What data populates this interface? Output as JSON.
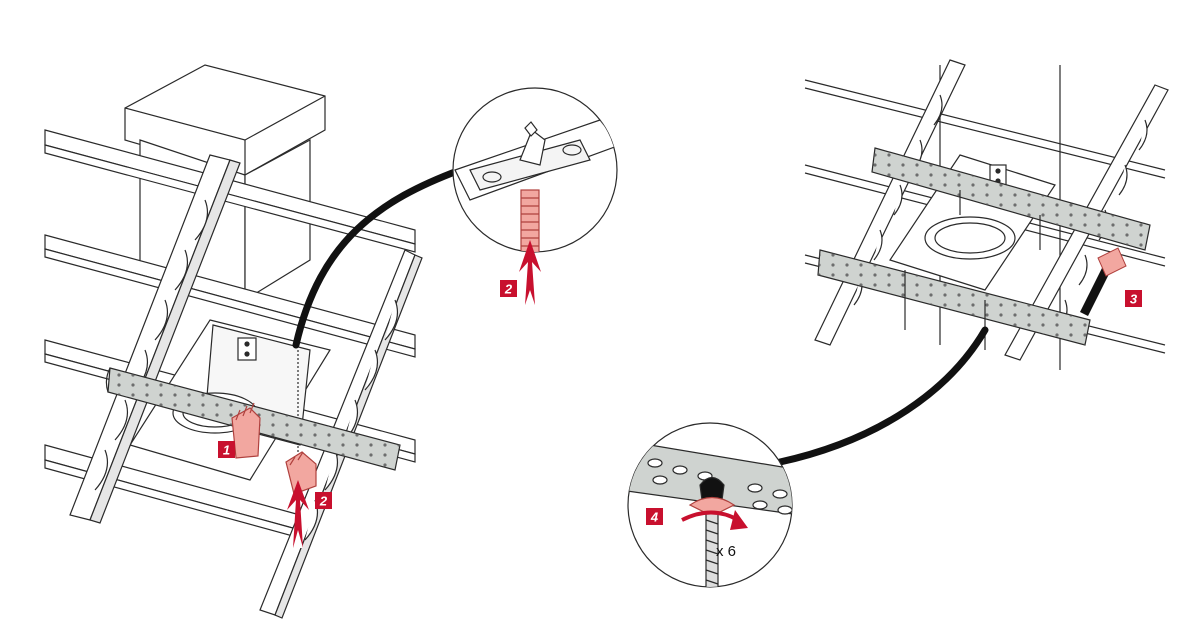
{
  "colors": {
    "accent": "#c8102e",
    "hand": "#f2a7a0",
    "handStroke": "#b0413e",
    "rail": "#cfd3d0",
    "line": "#2a2a2a",
    "callout": "#111111",
    "badgeText": "#ffffff"
  },
  "steps": [
    {
      "label": "1"
    },
    {
      "label": "2"
    },
    {
      "label": "2"
    },
    {
      "label": "3"
    },
    {
      "label": "4"
    }
  ],
  "detail_multiplier": "x 6",
  "icons": [
    "hand-icon",
    "up-arrow-icon",
    "hammer-icon",
    "rotate-arrow-icon",
    "wing-nut-icon",
    "clip-icon"
  ]
}
